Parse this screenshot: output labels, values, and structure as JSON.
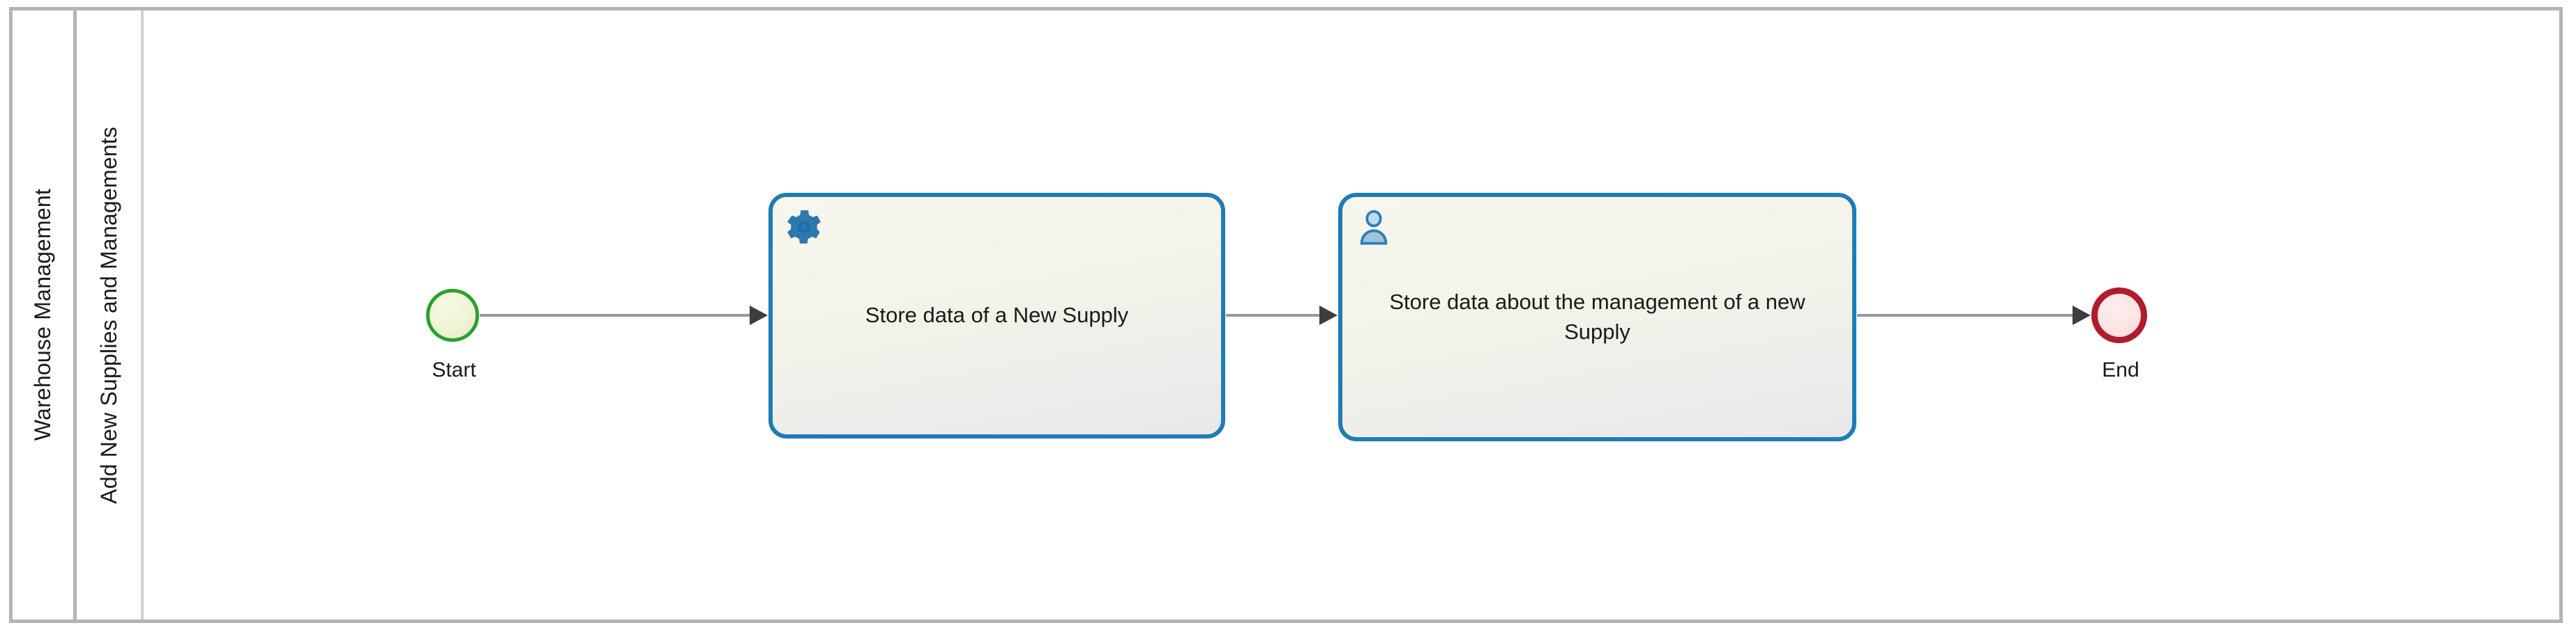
{
  "diagram": {
    "type": "bpmn-process",
    "pool": {
      "name": "Warehouse Management"
    },
    "lane": {
      "name": "Add New Supplies and Managements"
    },
    "nodes": [
      {
        "id": "start",
        "type": "start-event",
        "label": "Start",
        "color": "#2aa02a"
      },
      {
        "id": "task1",
        "type": "service-task",
        "label": "Store data of a New Supply",
        "icon": "gear-icon",
        "color": "#1f7cb4"
      },
      {
        "id": "task2",
        "type": "user-task",
        "label": "Store data about the management of a new Supply",
        "icon": "user-icon",
        "color": "#1f7cb4"
      },
      {
        "id": "end",
        "type": "end-event",
        "label": "End",
        "color": "#b01b2e"
      }
    ],
    "flows": [
      {
        "from": "start",
        "to": "task1"
      },
      {
        "from": "task1",
        "to": "task2"
      },
      {
        "from": "task2",
        "to": "end"
      }
    ],
    "colors": {
      "frame": "#b4b4b6",
      "lane_divider": "#d2d2d4",
      "connector": "#9a9a9a",
      "arrowhead": "#3d3d3d",
      "task_border": "#1f7cb4",
      "start_border": "#2aa02a",
      "end_border": "#b01b2e",
      "canvas": "#ffffff"
    }
  }
}
